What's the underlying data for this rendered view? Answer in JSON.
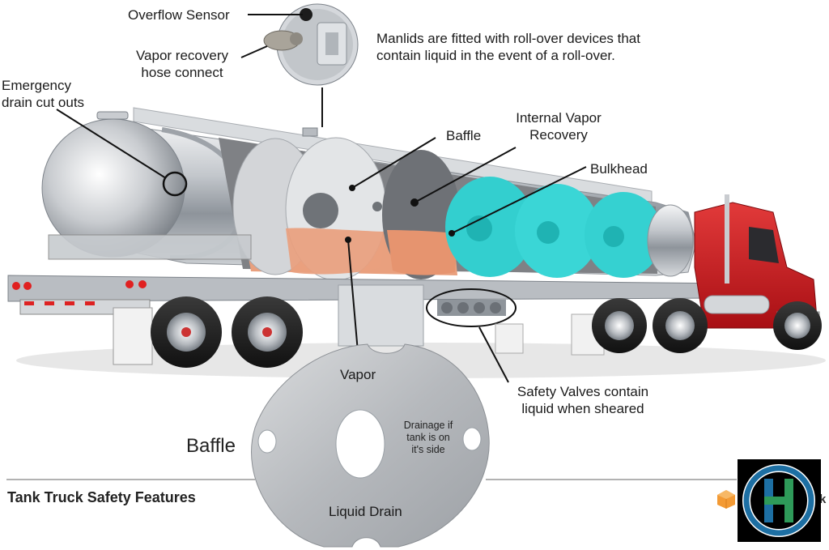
{
  "labels": {
    "overflow_sensor": "Overflow Sensor",
    "vapor_recovery_line1": "Vapor recovery",
    "vapor_recovery_line2": "hose connect",
    "manlids_line1": "Manlids are fitted with roll-over devices that",
    "manlids_line2": "contain liquid in the event of a roll-over.",
    "emergency_line1": "Emergency",
    "emergency_line2": "drain cut outs",
    "baffle": "Baffle",
    "internal_vapor_line1": "Internal Vapor",
    "internal_vapor_line2": "Recovery",
    "bulkhead": "Bulkhead",
    "safety_valves_line1": "Safety Valves contain",
    "safety_valves_line2": "liquid when sheared"
  },
  "baffle_detail": {
    "title": "Baffle",
    "vapor": "Vapor",
    "drainage_line1": "Drainage if",
    "drainage_line2": "tank is on",
    "drainage_line3": "it's side",
    "liquid_drain": "Liquid Drain"
  },
  "footer": {
    "title": "Tank Truck Safety Features",
    "brand_partial": "k"
  },
  "colors": {
    "liquid_orange": "#e9a07e",
    "liquid_cyan": "#33cfcf",
    "cab_red": "#c8161b",
    "logo_blue": "#1d6fa3",
    "logo_green": "#2e9a59",
    "tank_silver": "#c9ccd0"
  }
}
